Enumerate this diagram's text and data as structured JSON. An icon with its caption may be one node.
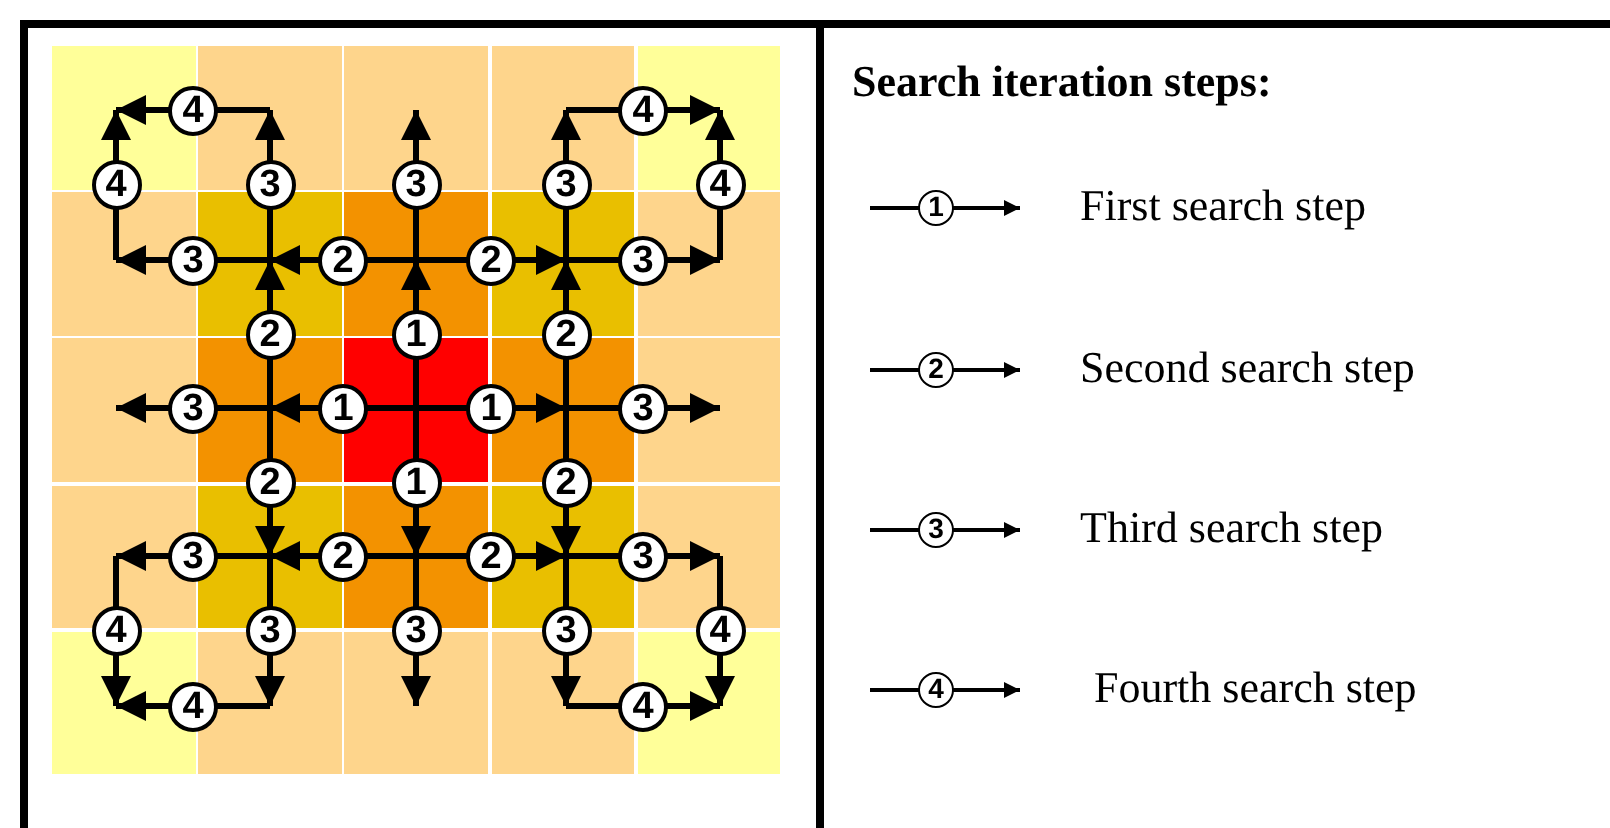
{
  "diagram": {
    "nodes": [
      {
        "text": [],
        "shape": "box"
      },
      {
        "text": [],
        "shape": "box"
      },
      {
        "text": [],
        "shape": "box"
      },
      {
        "text": [],
        "shape": "box"
      },
      {
        "text": [],
        "shape": "box"
      },
      {
        "text": [],
        "shape": "box"
      },
      {
        "text": [],
        "shape": "box"
      },
      {
        "text": [],
        "shape": "box"
      },
      {
        "text": [],
        "shape": "box"
      },
      {
        "text": [],
        "shape": "box"
      },
      {
        "text": [],
        "shape": "box"
      },
      {
        "text": [],
        "shape": "box"
      },
      {
        "text": [],
        "shape": "box"
      },
      {
        "text": [],
        "shape": "box"
      },
      {
        "text": [],
        "shape": "box"
      },
      {
        "text": [],
        "shape": "box"
      },
      {
        "text": [],
        "shape": "box"
      },
      {
        "text": [],
        "shape": "box"
      },
      {
        "text": [],
        "shape": "box"
      },
      {
        "text": [],
        "shape": "box"
      },
      {
        "text": [],
        "shape": "box"
      },
      {
        "text": [],
        "shape": "box"
      },
      {
        "text": [],
        "shape": "box"
      },
      {
        "text": [],
        "shape": "box"
      },
      {
        "text": [],
        "shape": "box"
      }
    ],
    "edges": [
      {
        "from": 12,
        "to": 7,
        "arrow": "to",
        "label": "1"
      },
      {
        "from": 12,
        "to": 17,
        "arrow": "to",
        "label": "1"
      },
      {
        "from": 12,
        "to": 11,
        "arrow": "to",
        "label": "1"
      },
      {
        "from": 12,
        "to": 13,
        "arrow": "to",
        "label": "1"
      },
      {
        "from": 11,
        "to": 6,
        "arrow": "to",
        "label": "2"
      },
      {
        "from": 11,
        "to": 16,
        "arrow": "to",
        "label": "2"
      },
      {
        "from": 13,
        "to": 8,
        "arrow": "to",
        "label": "2"
      },
      {
        "from": 13,
        "to": 18,
        "arrow": "to",
        "label": "2"
      },
      {
        "from": 7,
        "to": 6,
        "arrow": "to",
        "label": "2"
      },
      {
        "from": 7,
        "to": 8,
        "arrow": "to",
        "label": "2"
      },
      {
        "from": 17,
        "to": 16,
        "arrow": "to",
        "label": "2"
      },
      {
        "from": 17,
        "to": 18,
        "arrow": "to",
        "label": "2"
      },
      {
        "from": 7,
        "to": 2,
        "arrow": "to",
        "label": "3"
      },
      {
        "from": 17,
        "to": 22,
        "arrow": "to",
        "label": "3"
      },
      {
        "from": 11,
        "to": 10,
        "arrow": "to",
        "label": "3"
      },
      {
        "from": 13,
        "to": 14,
        "arrow": "to",
        "label": "3"
      },
      {
        "from": 6,
        "to": 1,
        "arrow": "to",
        "label": "3"
      },
      {
        "from": 6,
        "to": 5,
        "arrow": "to",
        "label": "3"
      },
      {
        "from": 8,
        "to": 3,
        "arrow": "to",
        "label": "3"
      },
      {
        "from": 8,
        "to": 9,
        "arrow": "to",
        "label": "3"
      },
      {
        "from": 16,
        "to": 15,
        "arrow": "to",
        "label": "3"
      },
      {
        "from": 16,
        "to": 21,
        "arrow": "to",
        "label": "3"
      },
      {
        "from": 18,
        "to": 19,
        "arrow": "to",
        "label": "3"
      },
      {
        "from": 18,
        "to": 23,
        "arrow": "to",
        "label": "3"
      },
      {
        "from": 5,
        "to": 0,
        "arrow": "to",
        "label": "4"
      },
      {
        "from": 1,
        "to": 0,
        "arrow": "to",
        "label": "4"
      },
      {
        "from": 3,
        "to": 4,
        "arrow": "to",
        "label": "4"
      },
      {
        "from": 9,
        "to": 4,
        "arrow": "to",
        "label": "4"
      },
      {
        "from": 15,
        "to": 20,
        "arrow": "to",
        "label": "4"
      },
      {
        "from": 21,
        "to": 20,
        "arrow": "to",
        "label": "4"
      },
      {
        "from": 19,
        "to": 24,
        "arrow": "to",
        "label": "4"
      },
      {
        "from": 23,
        "to": 24,
        "arrow": "to",
        "label": "4"
      }
    ],
    "labels": [
      "Search iteration steps:",
      "1",
      "2",
      "3",
      "4"
    ],
    "legend": [
      {
        "text": "First search step"
      },
      {
        "text": "Second search step"
      },
      {
        "text": "Third search step"
      },
      {
        "text": "Fourth search step"
      }
    ]
  }
}
